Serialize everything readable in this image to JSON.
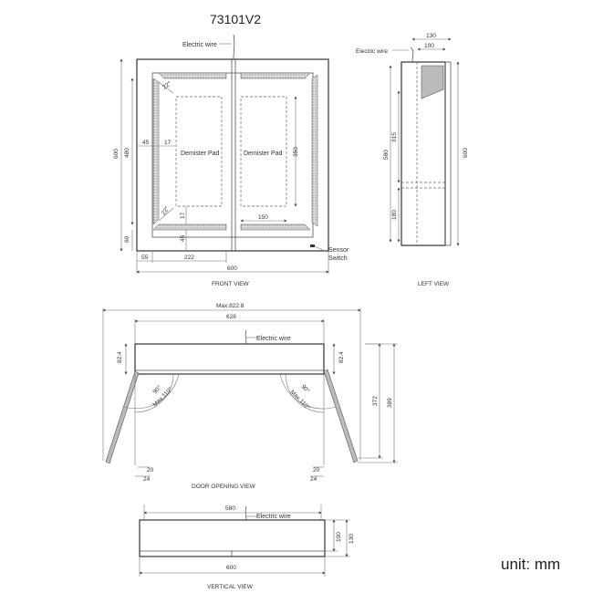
{
  "title": "73101V2",
  "unit": "unit: mm",
  "front_view": {
    "caption": "FRONT VIEW",
    "electric_wire": "Electric wire",
    "demister_left": "Demister Pad",
    "demister_right": "Demister Pad",
    "sensor_line1": "Sensor",
    "sensor_line2": "Switch",
    "dims": {
      "height_total": "600",
      "height_inner": "480",
      "bottom": "60",
      "left_45": "45",
      "left_17": "17",
      "pad_h": "350",
      "pad_w": "150",
      "left_55": "55",
      "w_222": "222",
      "width_total": "600",
      "bottom_45": "45",
      "bottom_17": "17",
      "angle_top": "22°",
      "angle_bottom": "22°"
    }
  },
  "left_view": {
    "caption": "LEFT VIEW",
    "electric_wire": "Electric wire",
    "dims": {
      "depth_total": "130",
      "depth_inner": "100",
      "h_580": "580",
      "h_315": "315",
      "h_180": "180",
      "h_600": "600"
    }
  },
  "door_view": {
    "caption": "DOOR   OPENING  VIEW",
    "electric_wire": "Electric wire",
    "dims": {
      "max_width": "Max.822.8",
      "w_628": "628",
      "left_824": "82.4",
      "right_824": "82.4",
      "angle_90_left": "90°",
      "angle_max_left": "Max.110°",
      "angle_90_right": "90°",
      "angle_max_right": "Max.110°",
      "h_372": "372",
      "h_389": "389",
      "l20": "20",
      "l24": "24",
      "r20": "20",
      "r24": "24"
    }
  },
  "vertical_view": {
    "caption": "VERTICAL VIEW",
    "electric_wire": "Electric wire",
    "dims": {
      "w_580": "580",
      "w_600": "600",
      "h_100": "100",
      "h_130": "130"
    }
  }
}
